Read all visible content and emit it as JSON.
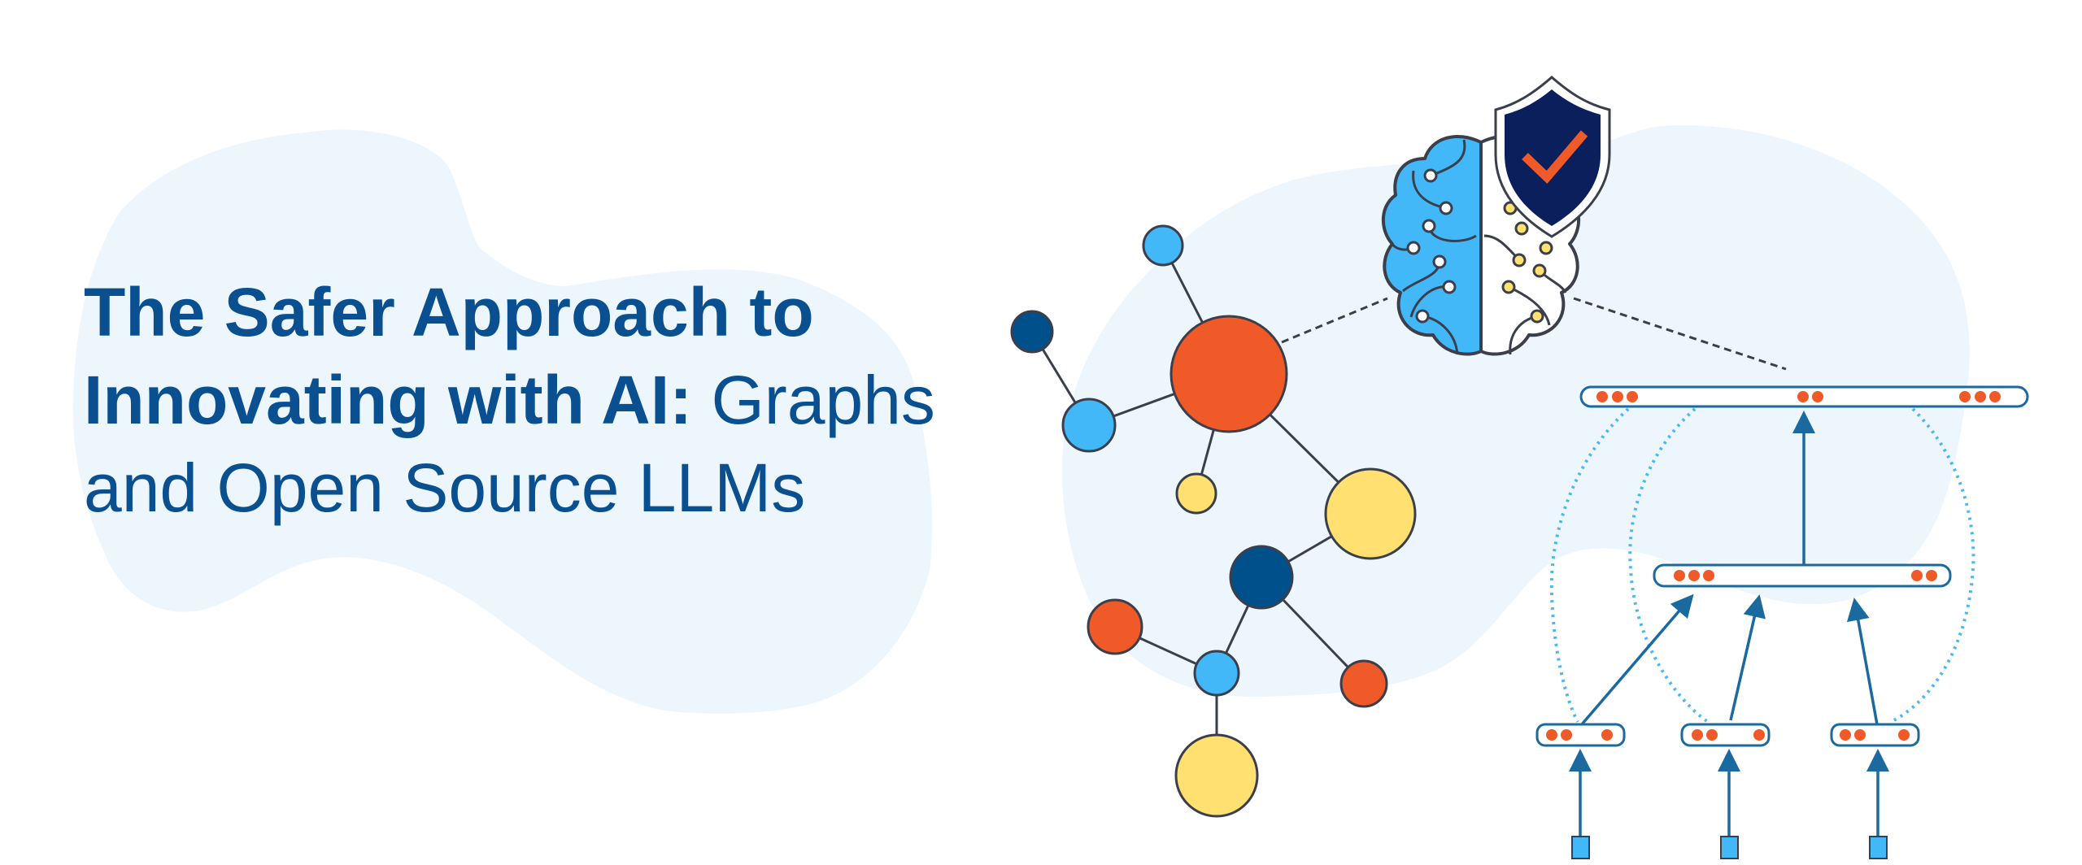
{
  "headline": {
    "line1_bold": "The Safer Approach to",
    "line2_bold": "Innovating with AI:",
    "line2_regular": " Graphs",
    "line3_regular": "and Open Source LLMs"
  },
  "colors": {
    "text": "#0a5090",
    "blob": "#eef6fd",
    "orange": "#f05a28",
    "light_blue": "#42b8f8",
    "dark_blue": "#00508c",
    "yellow": "#ffe070",
    "outline": "#3a3f4b",
    "shield": "#0a1f5c",
    "arrow": "#1a6aa0"
  },
  "icons": [
    "brain-icon",
    "shield-check-icon",
    "graph-network-illustration",
    "neural-tree-illustration"
  ]
}
